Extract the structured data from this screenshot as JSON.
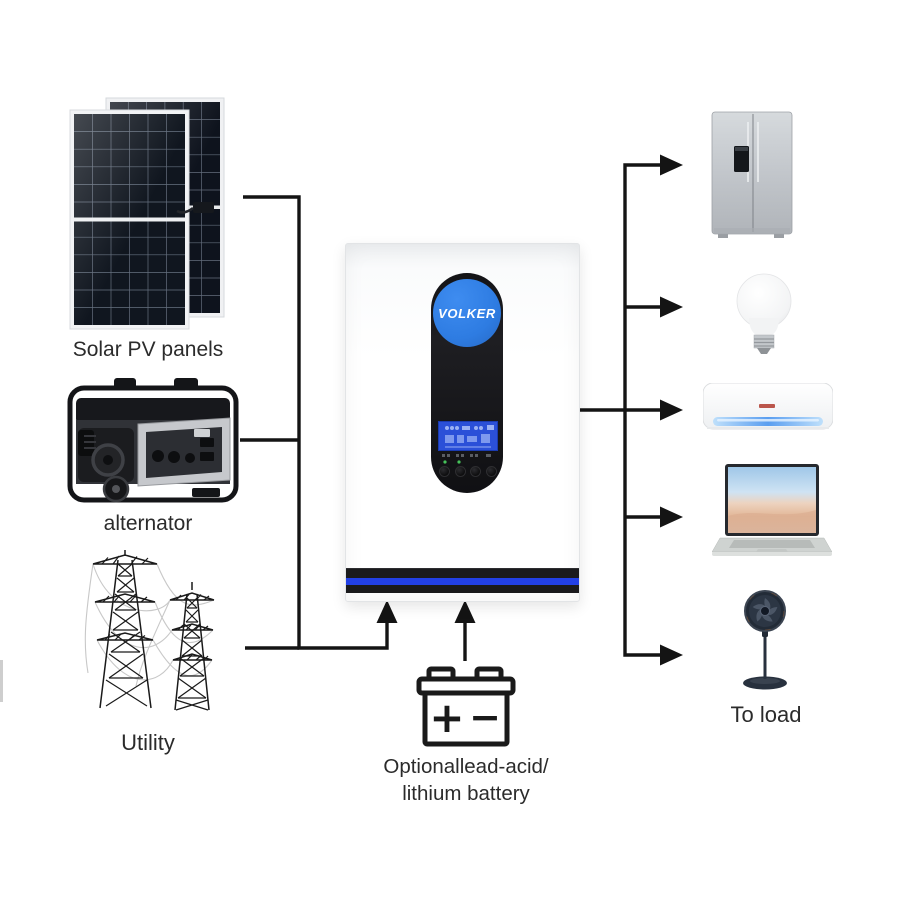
{
  "theme": {
    "line_color": "#141414",
    "brand_blue": "#2E7CE2",
    "lcd_blue": "#2B50D8",
    "stripe_blue": "#2240E6"
  },
  "sources": {
    "solar": {
      "label": "Solar PV panels",
      "icon": "solar-panels-icon"
    },
    "generator": {
      "label": "alternator",
      "icon": "generator-icon"
    },
    "utility": {
      "label": "Utility",
      "icon": "power-towers-icon"
    }
  },
  "inverter": {
    "brand": "VOLKER",
    "icon": "solar-inverter-icon"
  },
  "battery": {
    "label_line1": "Optionallead-acid/",
    "label_line2": "lithium battery",
    "plus_symbol": "+",
    "minus_symbol": "−",
    "icon": "battery-icon"
  },
  "loads": {
    "label": "To load",
    "items": [
      {
        "icon": "refrigerator-icon"
      },
      {
        "icon": "light-bulb-icon"
      },
      {
        "icon": "air-conditioner-icon"
      },
      {
        "icon": "laptop-icon"
      },
      {
        "icon": "pedestal-fan-icon"
      }
    ]
  }
}
